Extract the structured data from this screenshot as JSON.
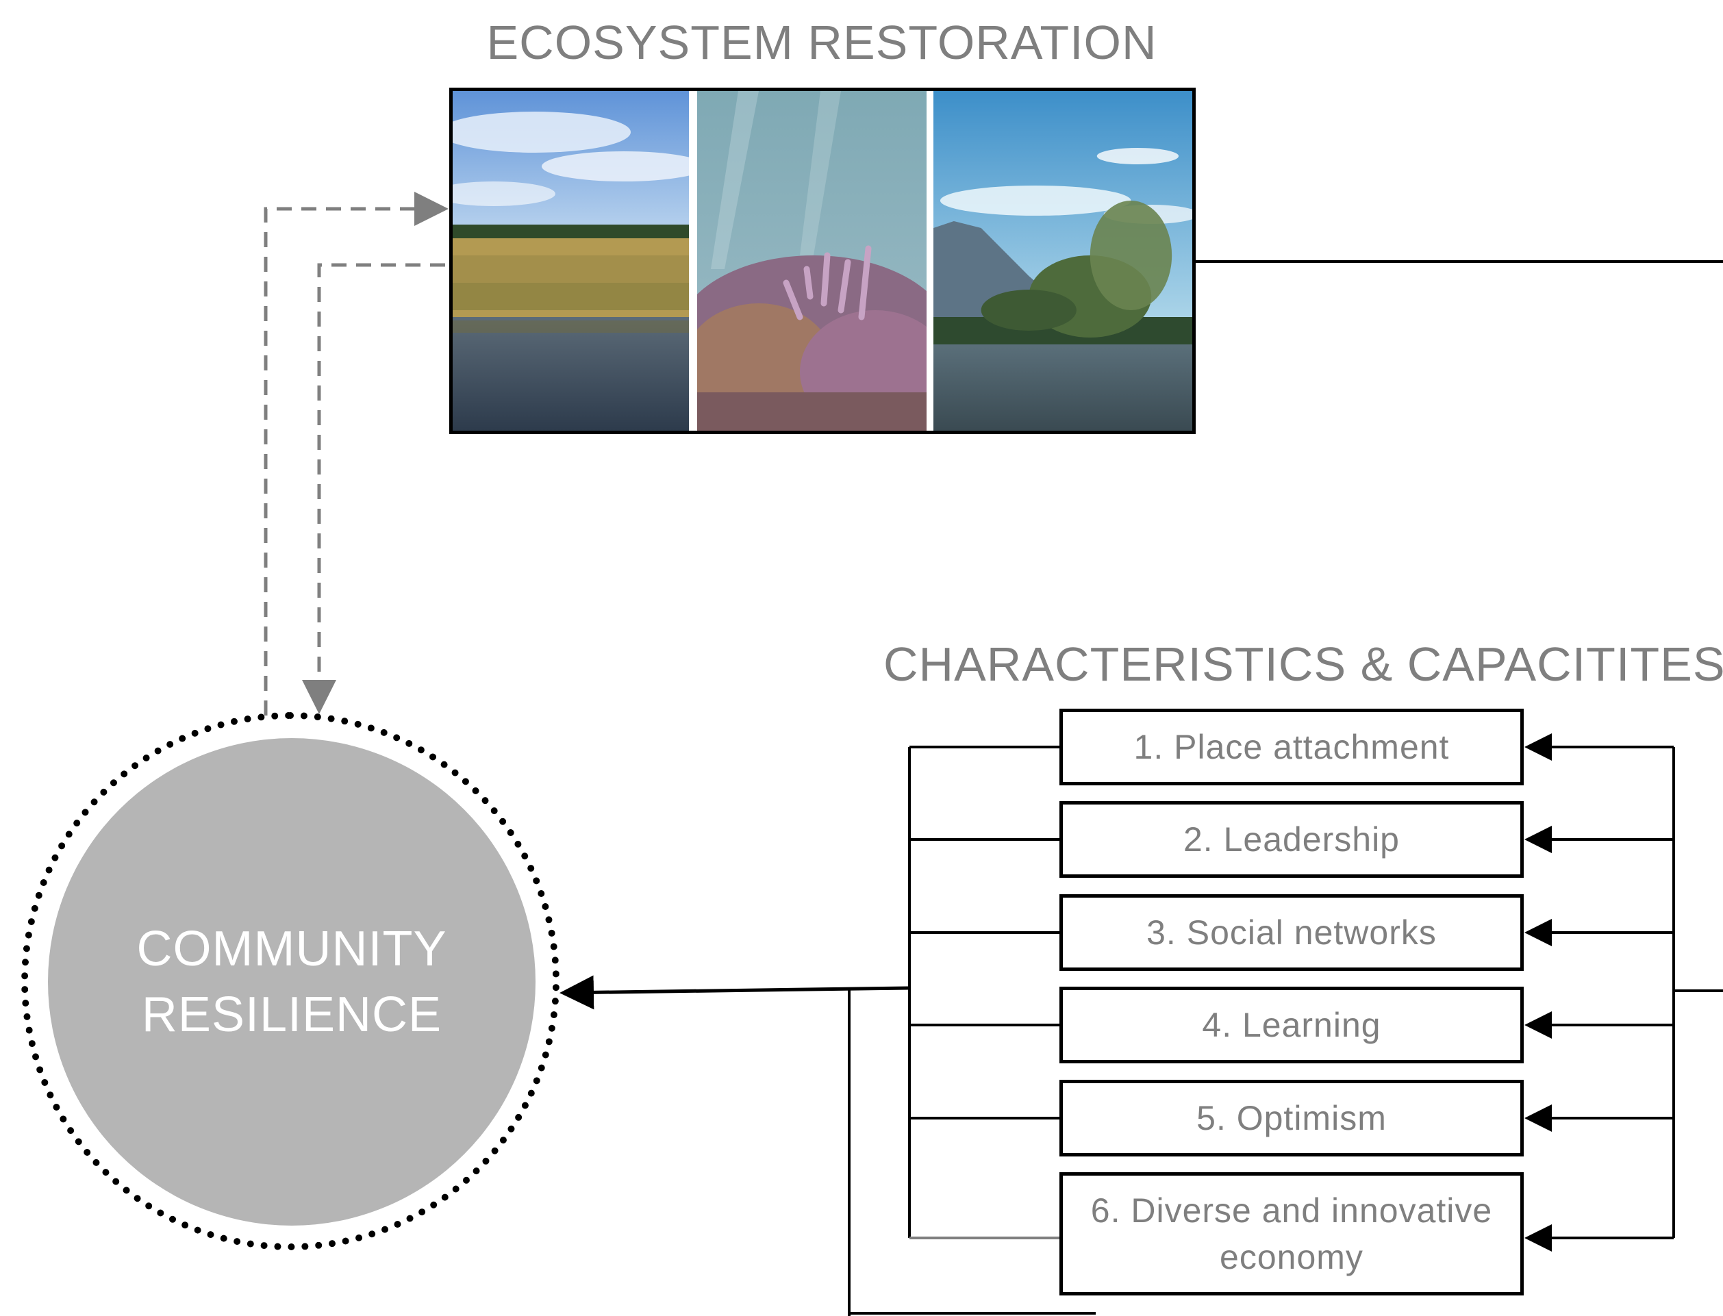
{
  "ecosystem_title": "ECOSYSTEM RESTORATION",
  "photos": [
    {
      "name": "salt-marsh-photo",
      "icon": "salt-marsh"
    },
    {
      "name": "coral-reef-photo",
      "icon": "coral-reef"
    },
    {
      "name": "mangrove-photo",
      "icon": "mangrove"
    }
  ],
  "characteristics_title": "CHARACTERISTICS & CAPACITITES",
  "community": {
    "line1": "COMMUNITY",
    "line2": "RESILIENCE"
  },
  "capacities": [
    {
      "label": "1. Place attachment"
    },
    {
      "label": "2. Leadership"
    },
    {
      "label": "3. Social networks"
    },
    {
      "label": "4. Learning"
    },
    {
      "label": "5. Optimism"
    },
    {
      "label": "6. Diverse and innovative economy"
    }
  ],
  "colors": {
    "title_text": "#7f7f7f",
    "circle_fill": "#b5b5b5",
    "dashed_arrow": "#7f7f7f",
    "solid_line": "#000000"
  }
}
